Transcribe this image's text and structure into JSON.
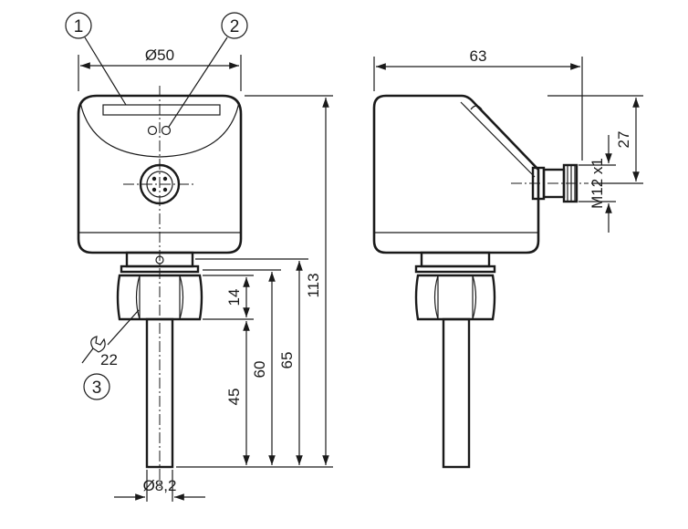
{
  "callouts": {
    "c1": "1",
    "c2": "2",
    "c3": "3"
  },
  "dimensions": {
    "body_diameter": "Ø50",
    "width_side": "63",
    "connector_height": "27",
    "connector_thread": "M12 x1",
    "total_height": "113",
    "nut_height": "14",
    "probe_len_45": "45",
    "probe_len_60": "60",
    "probe_len_65": "65",
    "wrench_size": "22",
    "probe_diameter": "Ø8,2"
  },
  "icons": {
    "wrench": "wrench-icon"
  }
}
